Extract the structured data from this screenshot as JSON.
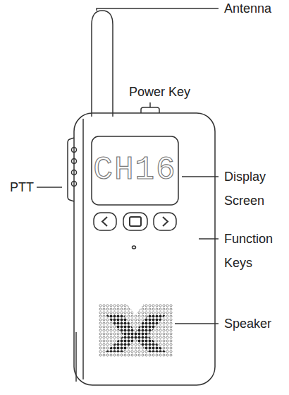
{
  "diagram": {
    "labels": [
      "Antenna",
      "Power Key",
      "PTT",
      "Display Screen",
      "Function Keys",
      "Speaker",
      "CH16"
    ]
  }
}
